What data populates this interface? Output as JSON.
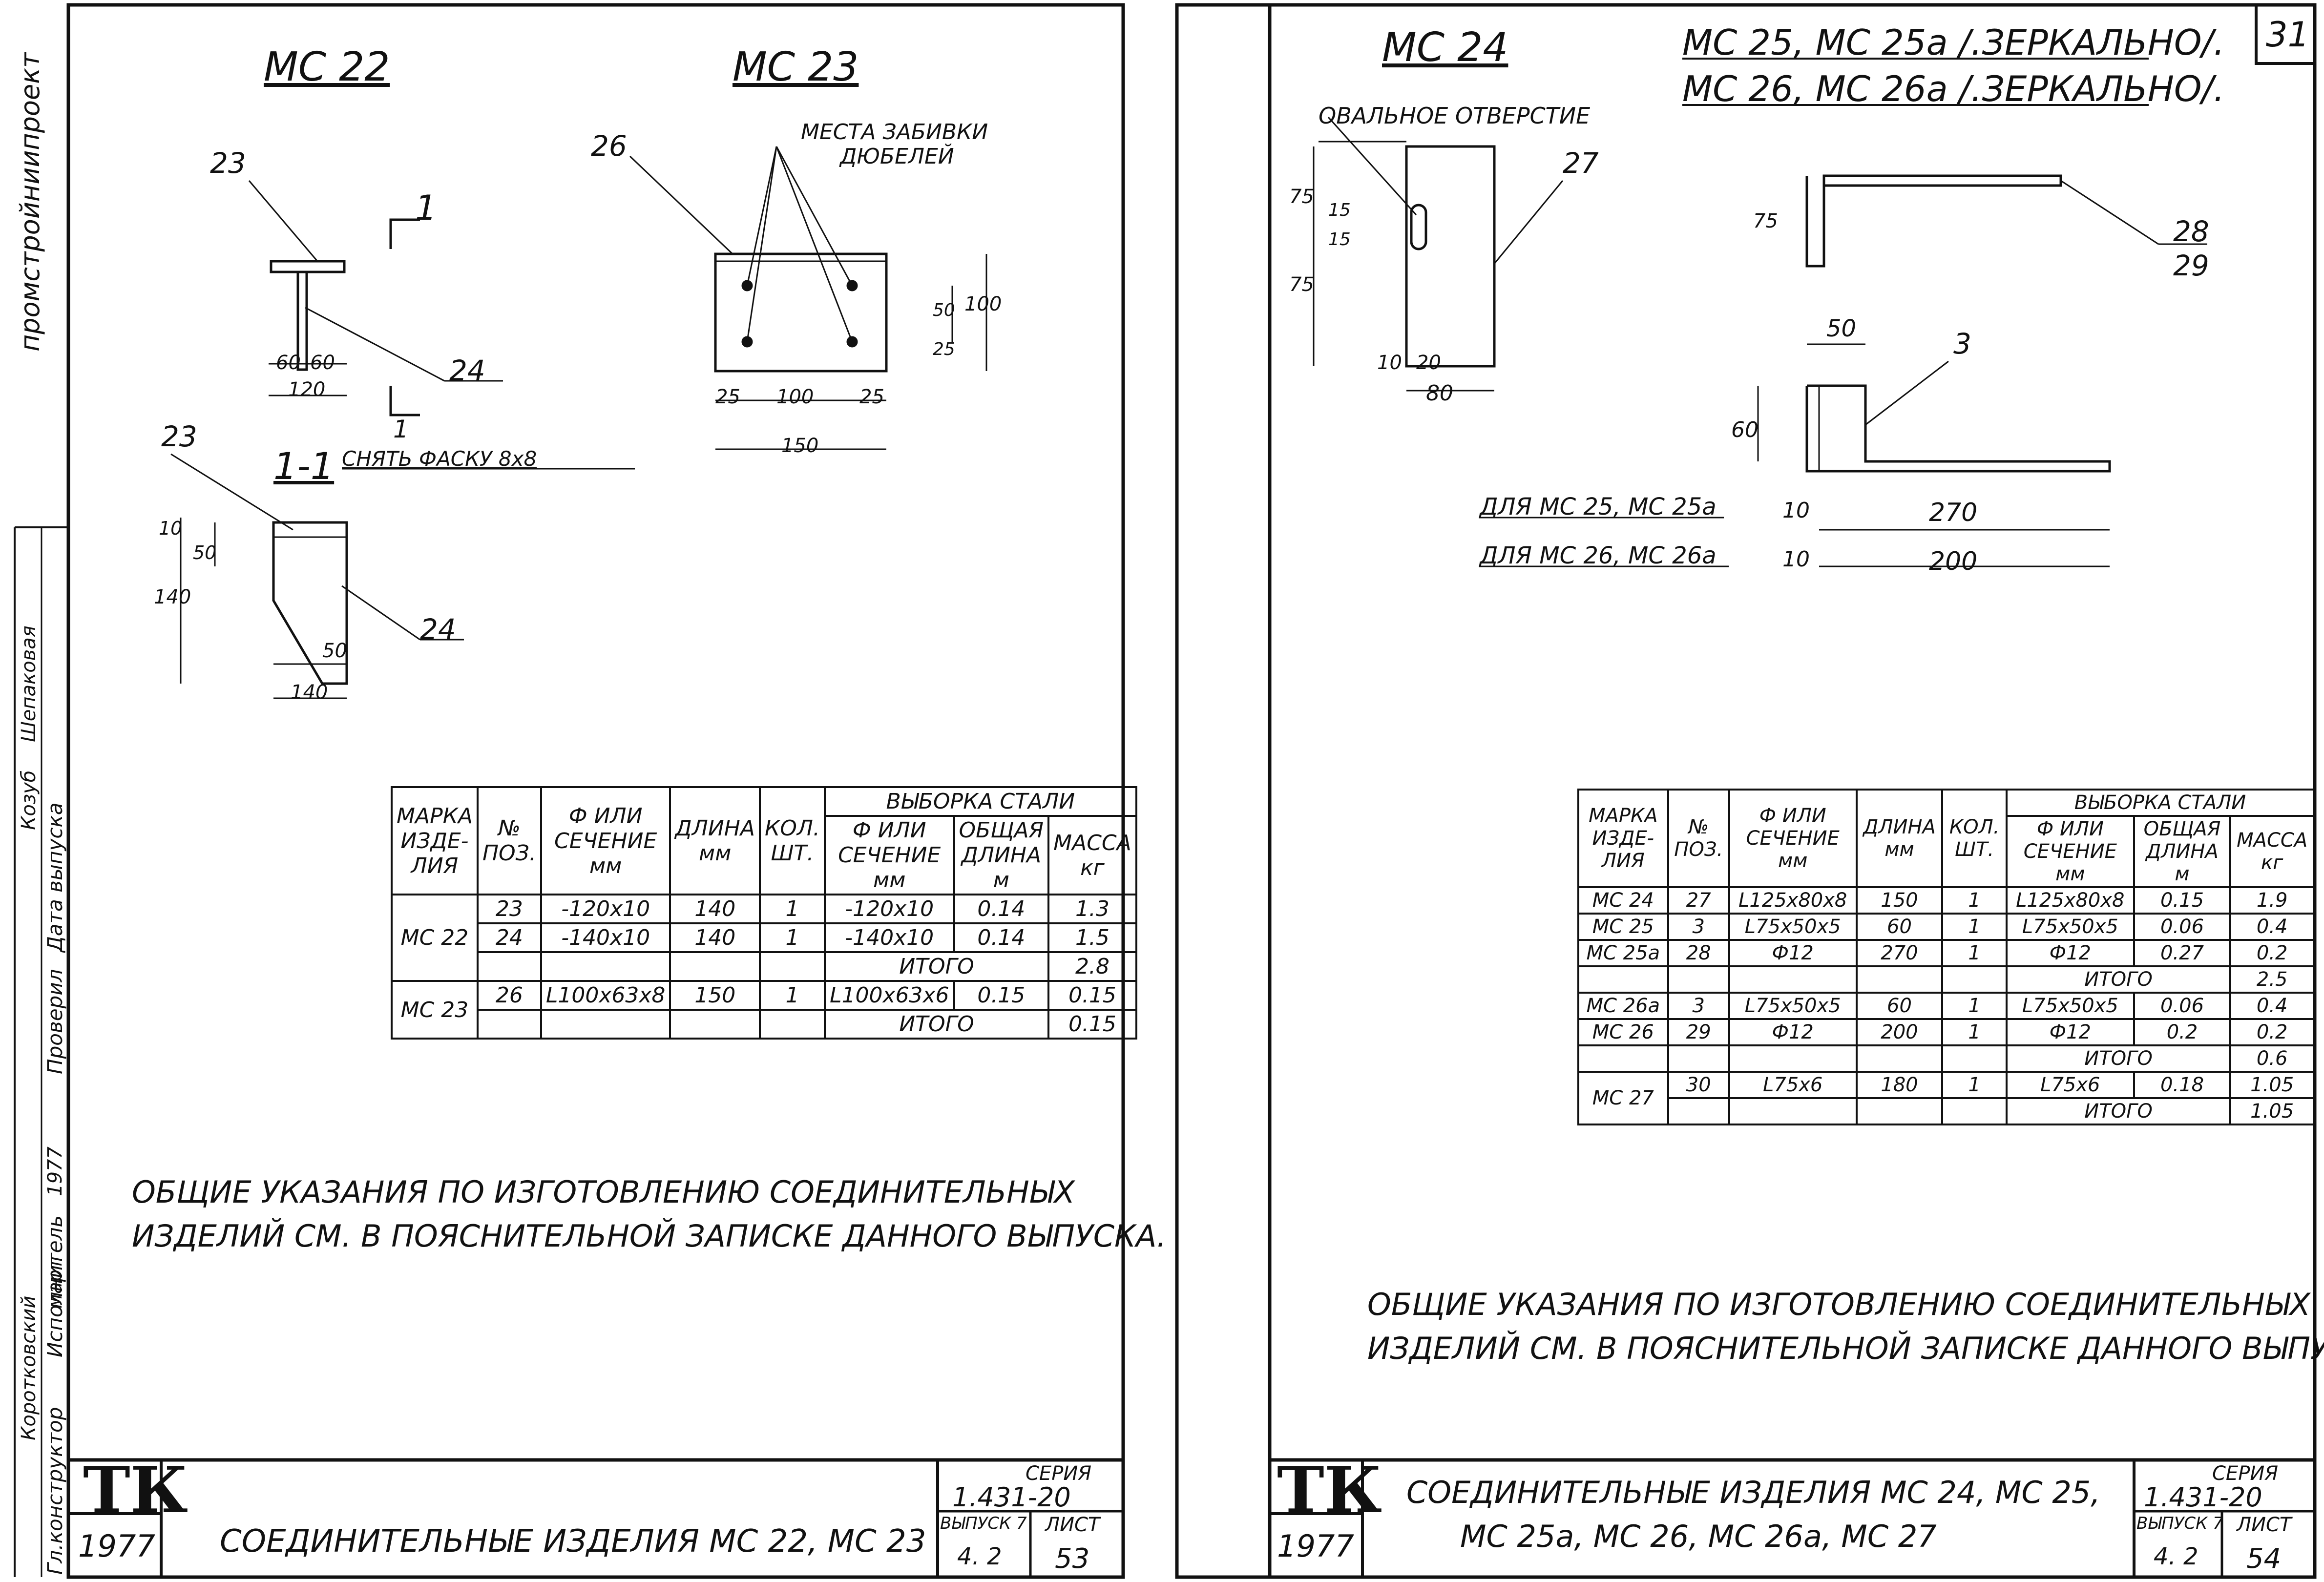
{
  "sheet_number": "31",
  "side_org": "промстройниипроект",
  "side_roles": [
    "Гл.конструктор",
    "Исполнитель",
    "Проверил",
    "Дата выпуска"
  ],
  "side_names": [
    "Коротковский",
    "Козуб",
    "Шепаковая"
  ],
  "side_date": "1977",
  "side_month": "март",
  "left": {
    "title_mc22": "МС 22",
    "title_mc23": "МС 23",
    "section_label": "1-1",
    "chamfer_note": "СНЯТЬ ФАСКУ 8х8",
    "dowel_note_1": "МЕСТА ЗАБИВКИ",
    "dowel_note_2": "ДЮБЕЛЕЙ",
    "cut_mark": "1",
    "pos": [
      "23",
      "24",
      "26",
      "23",
      "24"
    ],
    "dims_mc22": [
      "60",
      "60",
      "120"
    ],
    "dims_section": [
      "10",
      "50",
      "140",
      "50",
      "140"
    ],
    "dims_mc23": [
      "25",
      "100",
      "25",
      "150",
      "25",
      "50",
      "100"
    ],
    "table": {
      "headers": [
        "МАРКА ИЗДЕ-ЛИЯ",
        "№ ПОЗ.",
        "Ф ИЛИ СЕЧЕНИЕ мм",
        "ДЛИНА мм",
        "КОЛ. ШТ.",
        "ВЫБОРКА СТАЛИ",
        "Ф ИЛИ СЕЧЕНИЕ мм",
        "ОБЩАЯ ДЛИНА м",
        "МАССА кг"
      ],
      "rows": [
        [
          "МС 22",
          "23",
          "-120х10",
          "140",
          "1",
          "-120х10",
          "0.14",
          "1.3"
        ],
        [
          "",
          "24",
          "-140х10",
          "140",
          "1",
          "-140х10",
          "0.14",
          "1.5"
        ],
        [
          "",
          "",
          "",
          "",
          "",
          "ИТОГО",
          "",
          "2.8"
        ],
        [
          "МС 23",
          "26",
          "L100х63х8",
          "150",
          "1",
          "L100х63х6",
          "0.15",
          "0.15"
        ],
        [
          "",
          "",
          "",
          "",
          "",
          "ИТОГО",
          "",
          "0.15"
        ]
      ]
    },
    "note_1": "ОБЩИЕ УКАЗАНИЯ ПО ИЗГОТОВЛЕНИЮ СОЕДИНИТЕЛЬНЫХ",
    "note_2": "ИЗДЕЛИЙ СМ. В ПОЯСНИТЕЛЬНОЙ ЗАПИСКЕ ДАННОГО ВЫПУСКА.",
    "stamp": {
      "tk": "ТК",
      "year": "1977",
      "name": "СОЕДИНИТЕЛЬНЫЕ ИЗДЕЛИЯ МС 22, МС 23",
      "series_label": "СЕРИЯ",
      "series": "1.431-20",
      "issue_label": "ВЫПУСК 7",
      "issue": "4. 2",
      "sheet_label": "ЛИСТ",
      "sheet": "53"
    }
  },
  "right": {
    "title_mc24": "МС 24",
    "title_mc25": "МС 25, МС 25а /.ЗЕРКАЛЬНО/.",
    "title_mc26": "МС 26, МС 26а /.ЗЕРКАЛЬНО/.",
    "oval_note": "ОВАЛЬНОЕ ОТВЕРСТИЕ",
    "pos": [
      "27",
      "28",
      "29",
      "3"
    ],
    "dims_mc24": [
      "75",
      "15",
      "15",
      "75",
      "10",
      "20",
      "80"
    ],
    "dims_mc25": [
      "75",
      "50",
      "60",
      "10",
      "270",
      "10",
      "200"
    ],
    "for_mc25": "ДЛЯ МС 25, МС 25а",
    "for_mc26": "ДЛЯ МС 26, МС 26а",
    "table": {
      "headers": [
        "МАРКА ИЗДЕ-ЛИЯ",
        "№ ПОЗ.",
        "Ф ИЛИ СЕЧЕНИЕ мм",
        "ДЛИНА мм",
        "КОЛ. ШТ.",
        "ВЫБОРКА СТАЛИ",
        "Ф ИЛИ СЕЧЕНИЕ мм",
        "ОБЩАЯ ДЛИНА м",
        "МАССА кг"
      ],
      "rows": [
        [
          "МС 24",
          "27",
          "L125х80х8",
          "150",
          "1",
          "L125х80х8",
          "0.15",
          "1.9"
        ],
        [
          "МС 25",
          "3",
          "L75х50х5",
          "60",
          "1",
          "L75х50х5",
          "0.06",
          "0.4"
        ],
        [
          "МС 25а",
          "28",
          "Ф12",
          "270",
          "1",
          "Ф12",
          "0.27",
          "0.2"
        ],
        [
          "",
          "",
          "",
          "",
          "",
          "ИТОГО",
          "",
          "2.5"
        ],
        [
          "МС 26а",
          "3",
          "L75х50х5",
          "60",
          "1",
          "L75х50х5",
          "0.06",
          "0.4"
        ],
        [
          "МС 26",
          "29",
          "Ф12",
          "200",
          "1",
          "Ф12",
          "0.2",
          "0.2"
        ],
        [
          "",
          "",
          "",
          "",
          "",
          "ИТОГО",
          "",
          "0.6"
        ],
        [
          "МС 27",
          "30",
          "L75х6",
          "180",
          "1",
          "L75х6",
          "0.18",
          "1.05"
        ],
        [
          "",
          "",
          "",
          "",
          "",
          "ИТОГО",
          "",
          "1.05"
        ]
      ]
    },
    "note_1": "ОБЩИЕ УКАЗАНИЯ ПО ИЗГОТОВЛЕНИЮ СОЕДИНИТЕЛЬНЫХ",
    "note_2": "ИЗДЕЛИЙ СМ. В ПОЯСНИТЕЛЬНОЙ ЗАПИСКЕ ДАННОГО ВЫПУСКА.",
    "stamp": {
      "tk": "ТК",
      "year": "1977",
      "name_1": "СОЕДИНИТЕЛЬНЫЕ ИЗДЕЛИЯ МС 24, МС 25,",
      "name_2": "МС 25а, МС 26, МС 26а, МС 27",
      "series_label": "СЕРИЯ",
      "series": "1.431-20",
      "issue_label": "ВЫПУСК 7",
      "issue": "4. 2",
      "sheet_label": "ЛИСТ",
      "sheet": "54"
    }
  }
}
